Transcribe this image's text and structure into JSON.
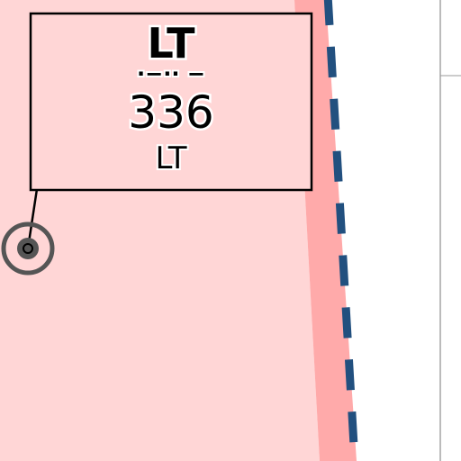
{
  "map": {
    "colors": {
      "background": "#ffffff",
      "airspace_fill": "#ffd6d6",
      "airspace_edge_band": "#ffaaaa",
      "boundary_dash": "#22507f",
      "label_border": "#000000",
      "navaid_ring": "#555555",
      "thin_line": "#7a7a7a"
    },
    "navaid": {
      "ident": "LT",
      "morse": "·−·· −",
      "frequency": "336",
      "sub_label": "LT"
    }
  }
}
